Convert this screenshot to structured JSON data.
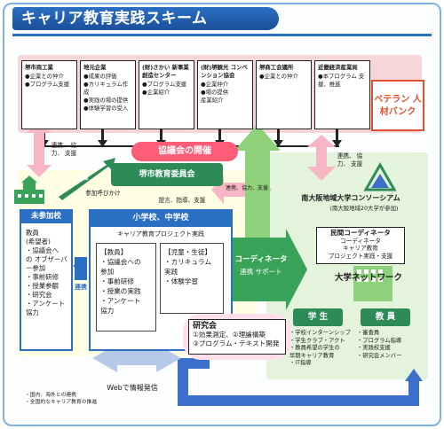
{
  "title": "キャリア教育実践スキーム",
  "partners": [
    {
      "title": "堺市商工業",
      "items": [
        "●企業との仲介",
        "●プログラム支援"
      ]
    },
    {
      "title": "地元企業",
      "items": [
        "●成果の評価",
        "●カリキュラム作成",
        "●実践の場の提供",
        "●体験学習の受入"
      ]
    },
    {
      "title": "(財)さかい 新事業 創造センター",
      "items": [
        "●プログラム支援",
        "●企業紹介"
      ]
    },
    {
      "title": "(財)堺観光 コンベンション協会",
      "items": [
        "●企業仲介",
        "●場の提供",
        "産業紹介"
      ]
    },
    {
      "title": "堺商工会議所",
      "items": [
        "●企業との仲介"
      ]
    },
    {
      "title": "近畿経済産業局",
      "items": [
        "●本プログラム 支援、推進"
      ]
    }
  ],
  "veteran": "ベテラン 人材バンク",
  "council": "協議会の開催",
  "board": "堺市教育委員会",
  "labels": {
    "support1": "連携、 協力、 支援",
    "support2": "連携、 協力、 支援",
    "support3": "連携、 協力、 支援",
    "support4": "連携、協力、支援",
    "support5": "連携、協力、支援",
    "shien": "支援",
    "call": "参加呼びかけ",
    "advice": "提言、指導、支援",
    "renkei": "連携",
    "web": "Webで情報発信"
  },
  "not_participating": {
    "head": "未参加校",
    "items": [
      "教員",
      "(希望者)",
      "・協議会へ",
      "の オブザーバー参加",
      "・事前研修",
      "・授業参観",
      "・研究会",
      "・アンケート",
      "協力"
    ]
  },
  "schools": {
    "head": "小学校、中学校",
    "sub": "キャリア教育プロジェクト実践",
    "teachers": {
      "title": "【教員】",
      "items": [
        "・協議会への",
        "参加",
        "・事前研修",
        "・授業の実践",
        "・アンケート",
        "協力"
      ]
    },
    "students": {
      "title": "【児童・生徒】",
      "items": [
        "・カリキュラム",
        "実践",
        "・体験学習"
      ]
    }
  },
  "coordinator": {
    "title": "コーディネータ",
    "sub": "連携 サポート"
  },
  "consortium": {
    "title": "南大阪地域大学コンソーシアム",
    "sub": "(南大阪地域20大学が参加)",
    "civil_head": "民間コーディネータ",
    "civil_items": [
      "コーディネータ",
      "キャリア教育",
      "プロジェクト実践・支援"
    ]
  },
  "network": {
    "title": "大学ネットワーク",
    "students_head": "学 生",
    "faculty_head": "教 員",
    "students": [
      "・学校インターンシップ",
      "・学生クラブ・アクト",
      "・教員希望の学生の",
      "早期キャリア教育",
      "・IT指導"
    ],
    "faculty": [
      "・審査員",
      "・プログラム指導",
      "・実践校支援",
      "・研究会メンバー"
    ]
  },
  "research": {
    "title": "研究会",
    "items": [
      "①効果測定、②理論構築",
      "③プログラム・テキスト開発"
    ]
  },
  "footnotes": [
    "・国内、海外との連携",
    "・全国的なキャリア教育の推進"
  ],
  "colors": {
    "blue": "#2b6fc3",
    "green": "#2e8b57",
    "pink": "#ff5c77",
    "orange": "#e0502a"
  }
}
